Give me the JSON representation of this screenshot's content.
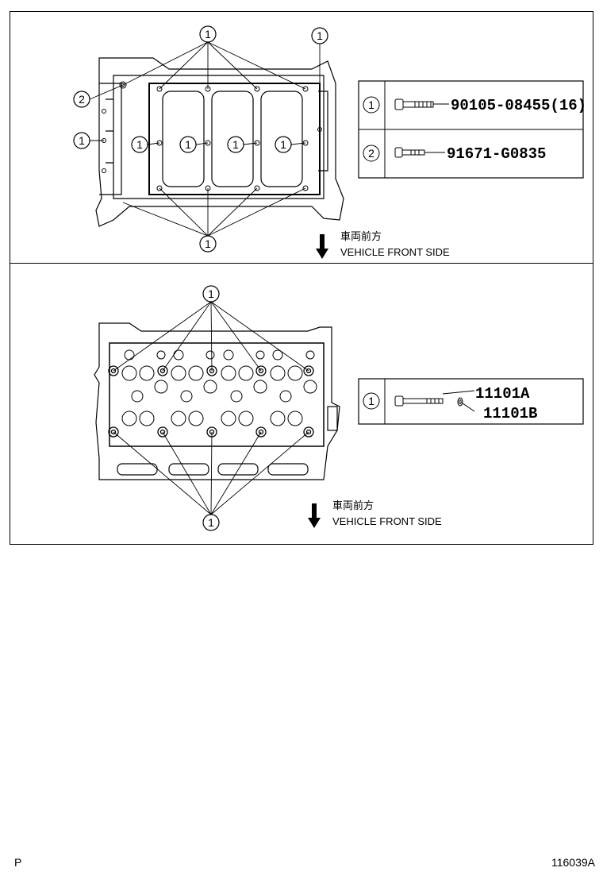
{
  "diagrams": [
    {
      "callout_number": "1",
      "callout_number_2": "2",
      "direction_jp": "車両前方",
      "direction_en": "VEHICLE FRONT SIDE",
      "legend": [
        {
          "key": "1",
          "part_number": "90105-08455(16)"
        },
        {
          "key": "2",
          "part_number": "91671-G0835"
        }
      ]
    },
    {
      "callout_number": "1",
      "direction_jp": "車両前方",
      "direction_en": "VEHICLE FRONT SIDE",
      "legend": [
        {
          "key": "1",
          "part_number_a": "11101A",
          "part_number_b": "11101B"
        }
      ]
    }
  ],
  "footer": {
    "left": "P",
    "right": "116039A"
  }
}
